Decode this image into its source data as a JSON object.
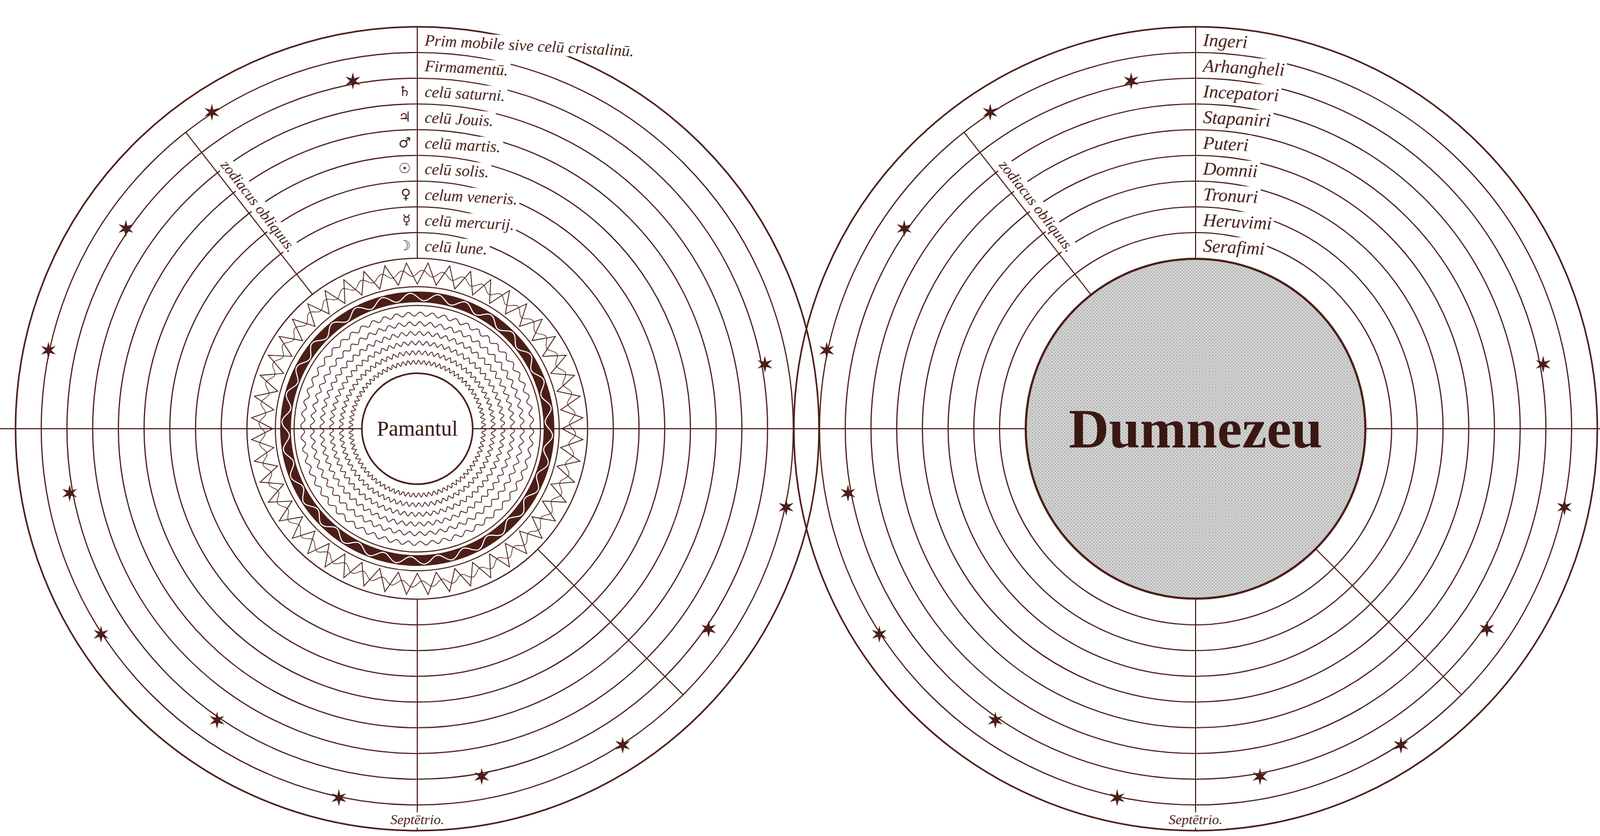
{
  "diagram": {
    "nodes": [
      {
        "text": [
          "Pamantul"
        ]
      },
      {
        "text": [
          "Dumnezeu"
        ]
      }
    ],
    "labels": [
      "Prim mobile sive celū cristalinū.",
      "Firmamentū.",
      "celū saturni.",
      "celū Jouis.",
      "celū martis.",
      "celū solis.",
      "celum veneris.",
      "celū mercurij.",
      "celū lune.",
      "♄",
      "♃",
      "♂",
      "☉",
      "♀",
      "☿",
      "☽",
      "zodiacus obliquus.",
      "Septētrio.",
      "Ingeri",
      "Arhangheli",
      "Incepatori",
      "Stapaniri",
      "Puteri",
      "Domnii",
      "Tronuri",
      "Heruvimi",
      "Serafimi",
      "zodiacus obliquus.",
      "Septētrio."
    ]
  }
}
